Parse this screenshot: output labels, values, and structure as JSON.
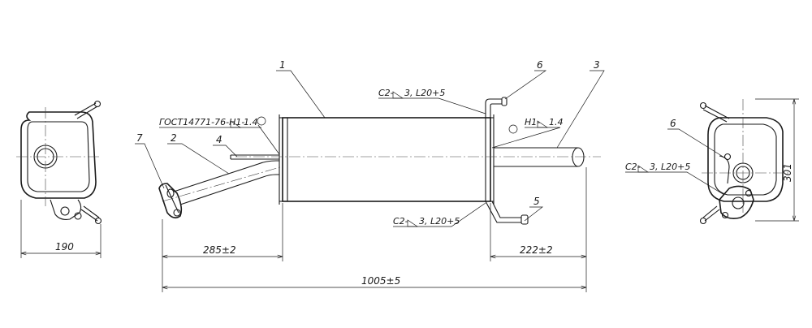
{
  "callouts": {
    "c1": "1",
    "c2": "2",
    "c3": "3",
    "c4": "4",
    "c5": "5",
    "c6": "6",
    "c6r": "6",
    "c7": "7"
  },
  "weld_notes": {
    "gost": "ГОСТ14771-76-Н1-",
    "gost_leg": "1.4",
    "h1": "Н1-",
    "h1_leg": "1.4",
    "c2_top": "С2-",
    "c2_top_tail": "3, L20+5",
    "c2_bottom": "С2-",
    "c2_bottom_tail": "3, L20+5",
    "c2_right": "С2-",
    "c2_right_tail": "3, L20+5"
  },
  "dimensions": {
    "width_left_view": "190",
    "inlet_length": "285±2",
    "outlet_length": "222±2",
    "overall_length": "1005±5",
    "height_right_view": "301"
  }
}
